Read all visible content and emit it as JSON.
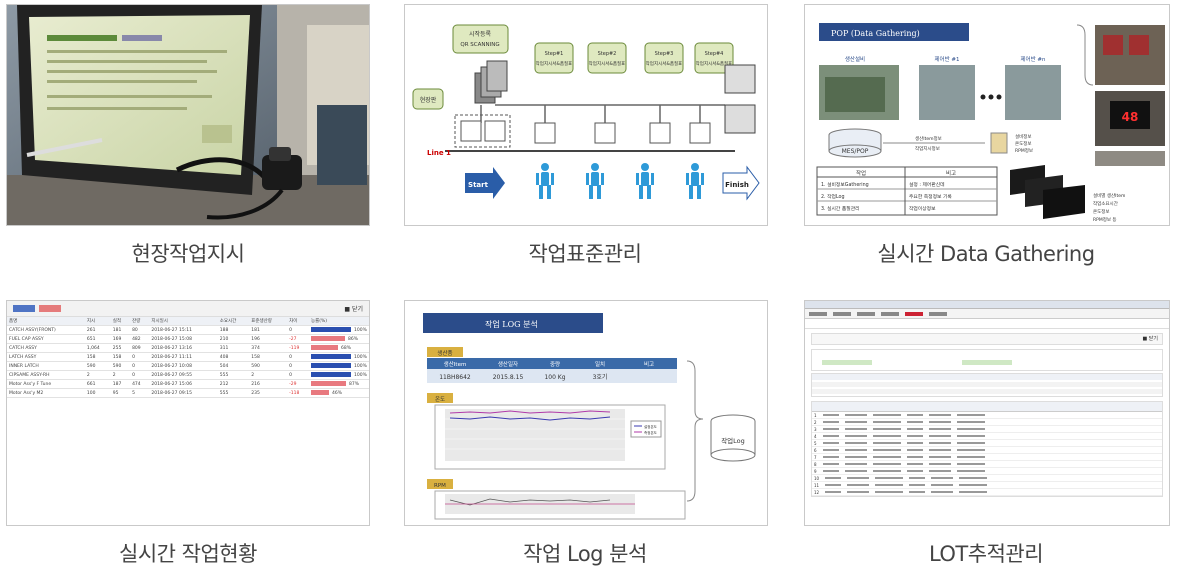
{
  "captions": {
    "c1": "현장작업지시",
    "c2": "작업표준관리",
    "c3": "실시간 Data Gathering",
    "c4": "실시간 작업현황",
    "c5": "작업 Log 분석",
    "c6": "LOT추적관리"
  },
  "standard": {
    "line_label": "Line 1",
    "start": "Start",
    "finish": "Finish",
    "scan_bubble": "시작등록 QR SCANNING",
    "board_bubble": "현장판",
    "step_bubbles": [
      "Step#1 작업지시서 & 품질표",
      "Step#2 작업지시서 & 품질표",
      "Step#3 작업지시서 & 품질표",
      "Step#4 작업지시서 & 품질표"
    ]
  },
  "gathering": {
    "title": "POP (Data Gathering)",
    "labels": [
      "생산설비",
      "제어반 #1",
      "제어반 #n"
    ],
    "mes": "MES/POP",
    "info_left": "생산Item정보 작업지시정보",
    "info_right": "설비정보 온도정보 RPM정보",
    "table_headers": [
      "작업",
      "비고"
    ],
    "table_rows": [
      [
        "1. 설비정보Gathering",
        "설정 : 제어판신데"
      ],
      [
        "2. 작업Log",
        "주요한 측정정보 기록"
      ],
      [
        "3. 실시간 품질관리",
        "작업이상정보"
      ]
    ],
    "monitor_note": "설비별 생산Item 작업소요시간 온도정보 RPM정보 등",
    "display_value": "48"
  },
  "status": {
    "tabs": [
      "  ",
      "  "
    ],
    "headers": [
      "품명",
      "지시",
      "실적",
      "잔량",
      "지시일시",
      "소요시간",
      "표준생산량",
      "차이",
      "능률(%)"
    ],
    "rows": [
      {
        "name": "CATCH ASSY(FRONT)",
        "plan": "261",
        "actual": "181",
        "rest": "80",
        "date": "2018-06-27 15:11",
        "time": "188",
        "std": "181",
        "diff": "0",
        "pct": "100%",
        "bar": 1.0,
        "color": "#2a4fb0"
      },
      {
        "name": "FUEL CAP ASSY",
        "plan": "651",
        "actual": "169",
        "rest": "482",
        "date": "2018-06-27 15:08",
        "time": "210",
        "std": "196",
        "diff": "-27",
        "pct": "86%",
        "bar": 0.86,
        "color": "#e8797f"
      },
      {
        "name": "CATCH ASSY",
        "plan": "1,064",
        "actual": "255",
        "rest": "809",
        "date": "2018-06-27 13:16",
        "time": "311",
        "std": "374",
        "diff": "-119",
        "pct": "68%",
        "bar": 0.68,
        "color": "#e8797f"
      },
      {
        "name": "LATCH ASSY",
        "plan": "158",
        "actual": "158",
        "rest": "0",
        "date": "2018-06-27 11:11",
        "time": "408",
        "std": "158",
        "diff": "0",
        "pct": "100%",
        "bar": 1.0,
        "color": "#2a4fb0"
      },
      {
        "name": "INNER LATCH",
        "plan": "590",
        "actual": "590",
        "rest": "0",
        "date": "2018-06-27 10:08",
        "time": "504",
        "std": "590",
        "diff": "0",
        "pct": "100%",
        "bar": 1.0,
        "color": "#2a4fb0"
      },
      {
        "name": "CIPSAME ASSY-RH",
        "plan": "2",
        "actual": "2",
        "rest": "0",
        "date": "2018-06-27 09:55",
        "time": "555",
        "std": "2",
        "diff": "0",
        "pct": "100%",
        "bar": 1.0,
        "color": "#2a4fb0"
      },
      {
        "name": "Motor Ass'y F Tune",
        "plan": "661",
        "actual": "187",
        "rest": "474",
        "date": "2018-06-27 15:06",
        "time": "212",
        "std": "216",
        "diff": "-29",
        "pct": "87%",
        "bar": 0.87,
        "color": "#e8797f"
      },
      {
        "name": "Motor Ass'y M2",
        "plan": "100",
        "actual": "95",
        "rest": "5",
        "date": "2018-06-27 09:15",
        "time": "555",
        "std": "235",
        "diff": "-118",
        "pct": "46%",
        "bar": 0.46,
        "color": "#e8797f"
      }
    ]
  },
  "log": {
    "title": "작업 LOG 분석",
    "section1": "생산품",
    "headers": [
      "생산Item",
      "생산일자",
      "중량",
      "일치",
      "비고"
    ],
    "row": [
      "11BH8642",
      "2015.8.15",
      "100 Kg",
      "3호기",
      ""
    ],
    "section2": "온도",
    "section3": "RPM",
    "db_label": "작업Log",
    "legend": [
      "설정온도",
      "측정온도"
    ]
  },
  "lot": {
    "window_title": "LOT 추적 관리",
    "rows": [
      "1",
      "2",
      "3",
      "4",
      "5",
      "6",
      "7",
      "8",
      "9",
      "10",
      "11",
      "12"
    ]
  }
}
